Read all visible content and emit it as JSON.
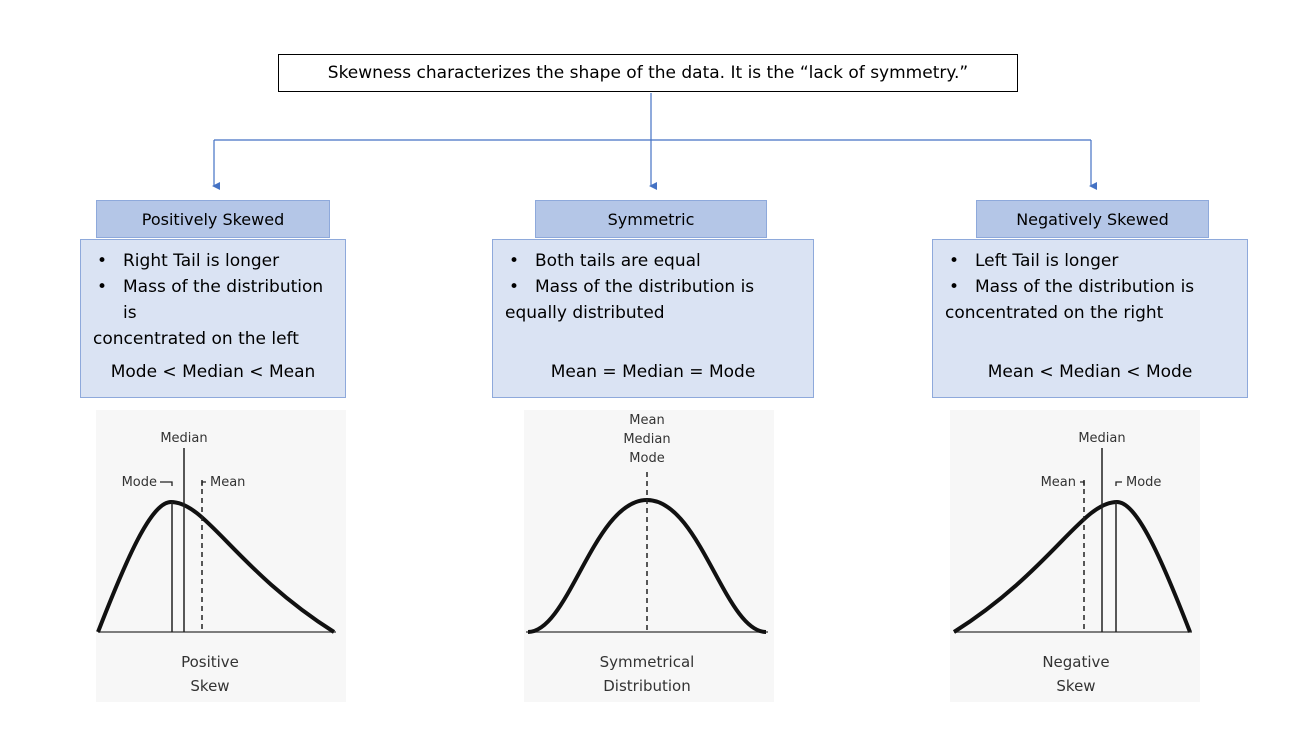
{
  "title": "Skewness characterizes the shape of the data. It is the “lack of symmetry.”",
  "panels": [
    {
      "header": "Positively Skewed",
      "bullets": [
        "Right Tail is longer",
        "Mass of the distribution is"
      ],
      "continuation": "concentrated on the left",
      "relation": "Mode < Median < Mean",
      "figure": {
        "labels": {
          "median": "Median",
          "mode": "Mode",
          "mean": "Mean"
        },
        "caption_line1": "Positive",
        "caption_line2": "Skew"
      }
    },
    {
      "header": "Symmetric",
      "bullets": [
        "Both tails are equal",
        "Mass of the distribution is"
      ],
      "continuation": "equally distributed",
      "relation": "Mean = Median = Mode",
      "figure": {
        "labels": {
          "mean": "Mean",
          "median": "Median",
          "mode": "Mode"
        },
        "caption_line1": "Symmetrical",
        "caption_line2": "Distribution"
      }
    },
    {
      "header": "Negatively Skewed",
      "bullets": [
        "Left Tail is longer",
        "Mass of the distribution is"
      ],
      "continuation": "concentrated on the right",
      "relation": "Mean < Median < Mode",
      "figure": {
        "labels": {
          "median": "Median",
          "mean": "Mean",
          "mode": "Mode"
        },
        "caption_line1": "Negative",
        "caption_line2": "Skew"
      }
    }
  ],
  "colors": {
    "connector": "#4472c4",
    "header_fill": "#b4c6e7",
    "box_fill": "#dae3f3"
  }
}
